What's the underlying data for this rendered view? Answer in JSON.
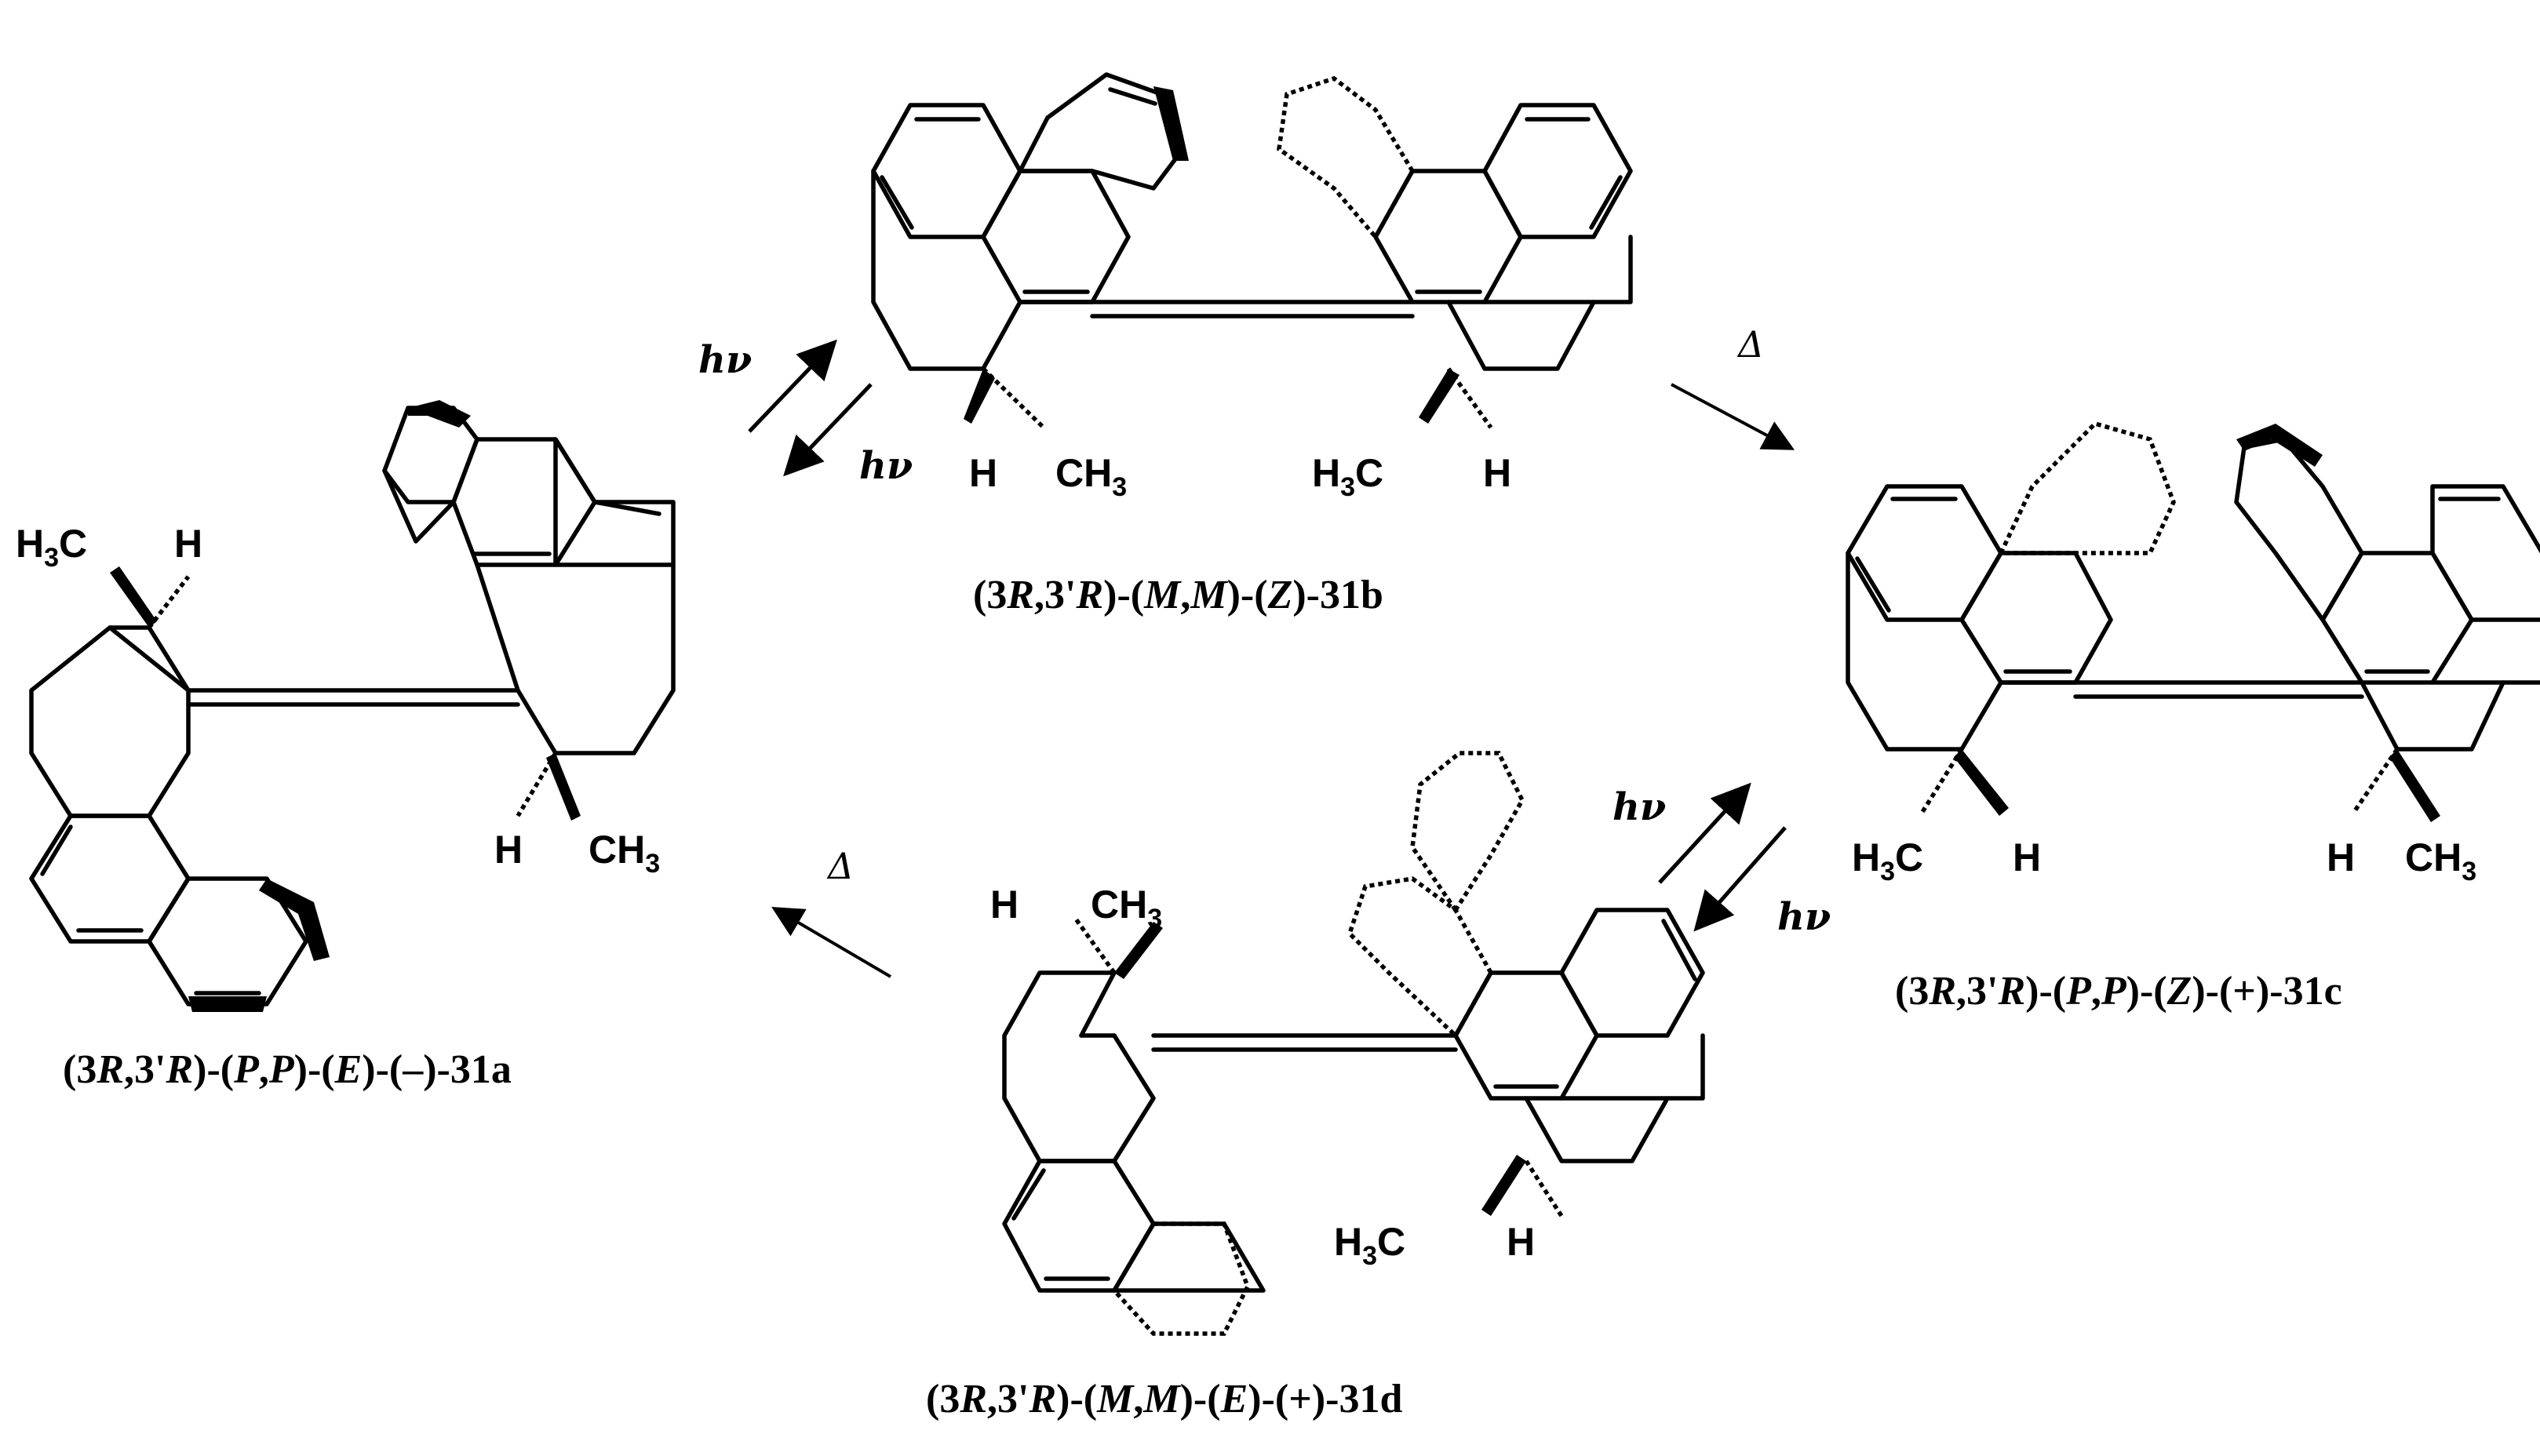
{
  "compounds": {
    "a": {
      "caption": "(3R,3'R)-(P,P)-(E)-(–)-31a",
      "cap_parts": [
        "(3",
        "R",
        ",3'",
        "R",
        ")-(",
        "P",
        ",",
        "P",
        ")-(",
        "E",
        ")-(–)-31a"
      ],
      "labels": [
        "H3C",
        "H",
        "H",
        "CH3"
      ]
    },
    "b": {
      "caption": "(3R,3'R)-(M,M)-(Z)-31b",
      "cap_parts": [
        "(3",
        "R",
        ",3'",
        "R",
        ")-(",
        "M",
        ",",
        "M",
        ")-(",
        "Z",
        ")-31b"
      ],
      "labels": [
        "H",
        "CH3",
        "H3C",
        "H"
      ]
    },
    "c": {
      "caption": "(3R,3'R)-(P,P)-(Z)-(+)-31c",
      "cap_parts": [
        "(3",
        "R",
        ",3'",
        "R",
        ")-(",
        "P",
        ",",
        "P",
        ")-(",
        "Z",
        ")-(+)-31c"
      ],
      "labels": [
        "H3C",
        "H",
        "H",
        "CH3"
      ]
    },
    "d": {
      "caption": "(3R,3'R)-(M,M)-(E)-(+)-31d",
      "cap_parts": [
        "(3",
        "R",
        ",3'",
        "R",
        ")-(",
        "M",
        ",",
        "M",
        ")-(",
        "E",
        ")-(+)-31d"
      ],
      "labels": [
        "H",
        "CH3",
        "H3C",
        "H"
      ]
    }
  },
  "arrows": {
    "photo_label": "hν",
    "thermal_label": "Δ"
  }
}
